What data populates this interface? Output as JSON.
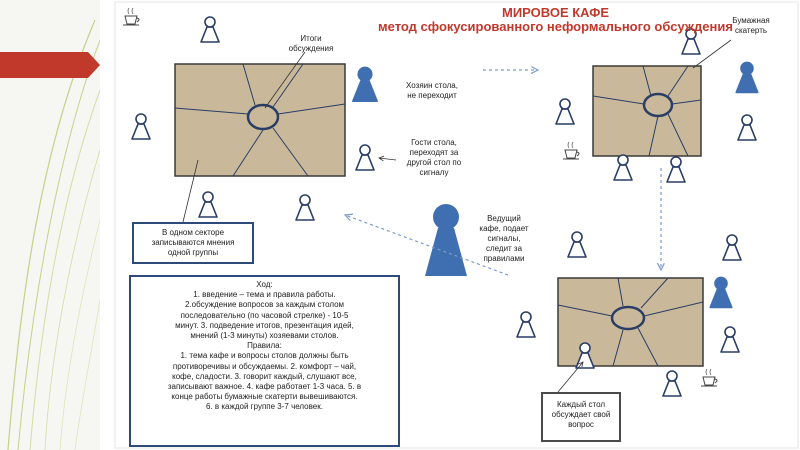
{
  "header": {
    "title": "МИРОВОЕ КАФЕ",
    "subtitle": "метод сфокусированного неформального обсуждения"
  },
  "labels": {
    "results": "Итоги\nобсуждения",
    "host": "Хозяин стола,\nне переходит",
    "guests": "Гости стола,\nпереходят за\nдругой стол по\nсигналу",
    "moderator": "Ведущий\nкафе, подает\nсигналы,\nследит за\nправилами",
    "tablecloth": "Бумажная\nскатерть",
    "sector": "В одном секторе\nзаписываются мнения\nодной группы",
    "each_table": "Каждый стол\nобсуждает свой\nвопрос"
  },
  "rules": {
    "lines": [
      "Ход:",
      "1. введение –  тема и правила работы.",
      "2.обсуждение вопросов за каждым столом",
      "последовательно (по часовой стрелке) - 10-5",
      "минут. 3. подведение итогов, презентация идей,",
      "мнений  (1-3 минуты) хозяевами столов.",
      "Правила:",
      "1. тема кафе и вопросы столов должны быть",
      "противоречивы и обсуждаемы. 2. комфорт – чай,",
      "кофе, сладости. 3. говорит каждый,  слушают все,",
      "записывают важное. 4. кафе работает 1-3 часа. 5. в",
      "конце работы бумажные скатерти вывешиваются.",
      "6. в каждой группе  3-7 человек."
    ]
  },
  "colors": {
    "title": "#c0392b",
    "table_fill": "#c9b99a",
    "table_border": "#3a3a3a",
    "host_fill": "#3f6fb0",
    "guest_outline": "#2a3d66",
    "arrow": "#7a9bd0",
    "box_border": "#2e4a7a",
    "accent_red": "#c0392b"
  },
  "icons": [
    "coffee-cup-icon",
    "person-outline-icon",
    "person-filled-icon"
  ]
}
